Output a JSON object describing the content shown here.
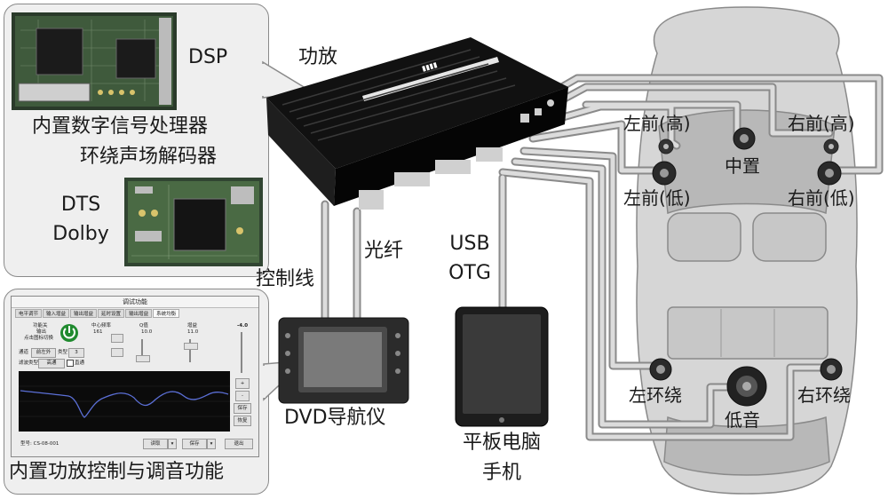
{
  "labels": {
    "amp": "功放",
    "dsp": "DSP",
    "dsp_desc_1": "内置数字信号处理器",
    "dsp_desc_2": "环绕声场解码器",
    "dts": "DTS",
    "dolby": "Dolby",
    "control_line": "控制线",
    "optical": "光纤",
    "usb": "USB",
    "otg": "OTG",
    "dvd": "DVD导航仪",
    "tablet_1": "平板电脑",
    "tablet_2": "手机",
    "ctrl_desc": "内置功放控制与调音功能"
  },
  "speakers": {
    "front_left_high": "左前(高)",
    "front_right_high": "右前(高)",
    "center": "中置",
    "front_left_low": "左前(低)",
    "front_right_low": "右前(低)",
    "surround_left": "左环绕",
    "surround_right": "右环绕",
    "subwoofer": "低音"
  },
  "software": {
    "window_title": "调试功能",
    "tabs": [
      "电平调节",
      "输入增益",
      "输出增益",
      "延时设置",
      "输出增益",
      "系统均衡"
    ],
    "active_tab": 5,
    "power_label_1": "功能关",
    "power_label_2": "输出",
    "power_label_3": "点击图标切换",
    "channel_label": "通道",
    "channel_value": "前左外",
    "mode_label": "类型",
    "mode_value": "3",
    "filter_label": "滤波类型",
    "filter_value": "高通",
    "bypass_label": "直通",
    "freq_label": "中心频率",
    "freq_value": "161",
    "q_label": "Q值",
    "q_value": "10.0",
    "gain_label": "增益",
    "gain_value": "11.0",
    "level_value": "-4.0",
    "btn_plus": "+",
    "btn_minus": "-",
    "btn_save": "保存",
    "btn_reset": "恢复",
    "status": "型号: CS-08-001",
    "btn_read": "读取",
    "btn_write": "保存",
    "btn_exit": "退出"
  },
  "colors": {
    "wire": "#c8c8c8",
    "wire_edge": "#8a8a8a",
    "callout_bg": "#efefef",
    "car_body": "#d6d6d6",
    "amp_body": "#111111",
    "eq_curve": "#5b6fd6"
  }
}
